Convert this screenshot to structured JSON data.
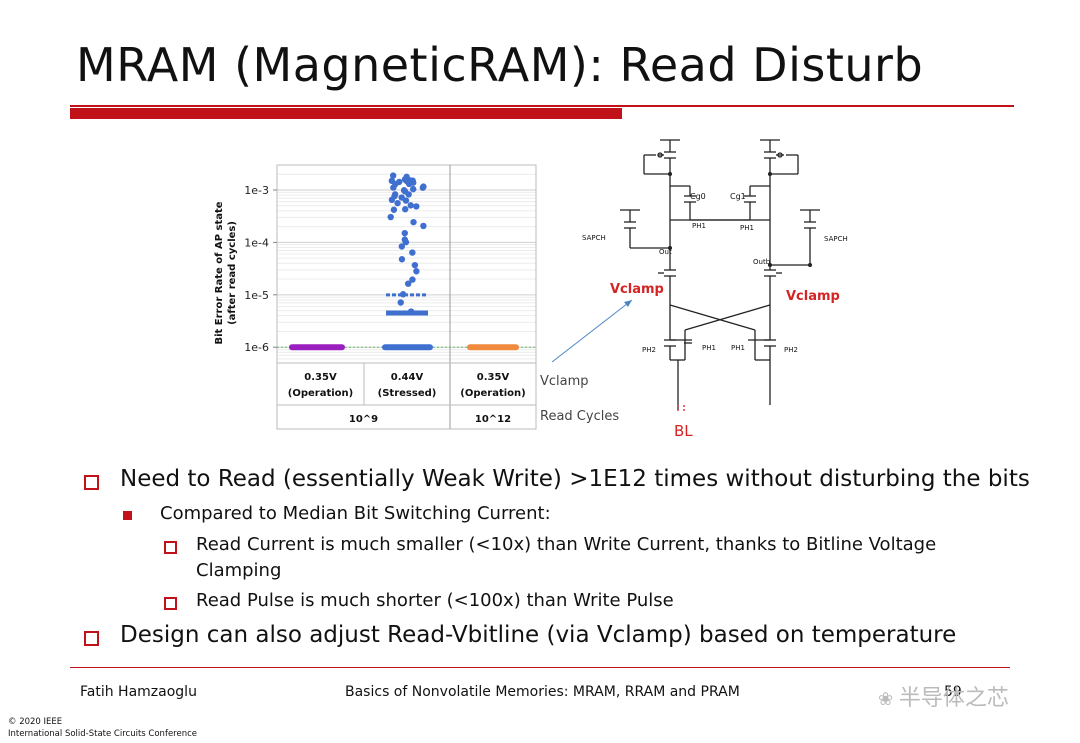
{
  "slide": {
    "title": "MRAM (MagneticRAM): Read Disturb"
  },
  "chart_data": {
    "type": "scatter",
    "ylabel": "Bit Error Rate of AP state (after read cycles)",
    "ylabel_line1": "Bit Error Rate of AP state",
    "ylabel_line2": "(after read cycles)",
    "yscale": "log",
    "ylim": [
      5e-07,
      0.003
    ],
    "yticks": [
      "1e-3",
      "1e-4",
      "1e-5",
      "1e-6"
    ],
    "groups": [
      {
        "label": "0.35V",
        "sublabel": "(Operation)",
        "color": "#9b1fbf"
      },
      {
        "label": "0.44V",
        "sublabel": "(Stressed)",
        "color": "#3f6fcf"
      },
      {
        "label": "0.35V",
        "sublabel": "(Operation)",
        "color": "#f08a3c"
      }
    ],
    "cycle_labels": [
      "10^9",
      "10^12"
    ],
    "baseline": 1e-06,
    "stressed_points": [
      0.0018,
      0.0016,
      0.0015,
      0.0014,
      0.0013,
      0.0012,
      0.0011,
      0.001,
      0.0009,
      0.0008,
      0.0007,
      0.0006,
      0.0005,
      0.0004,
      0.0003,
      0.00025,
      0.0002,
      0.00015,
      0.00012,
      0.0001,
      8e-05,
      6e-05,
      5e-05,
      4e-05,
      3e-05,
      2e-05,
      1.5e-05,
      1e-05,
      7e-06,
      5e-06
    ]
  },
  "side_labels": {
    "vclamp": "Vclamp",
    "read_cycles": "Read Cycles"
  },
  "circuit": {
    "vclamp_left": "Vclamp",
    "vclamp_right": "Vclamp",
    "bl": "BL",
    "sapch_left": "SAPCH",
    "sapch_right": "SAPCH",
    "out": "Out",
    "outb": "Outb",
    "ph1": "PH1",
    "ph2": "PH2",
    "cg0": "Cg0",
    "cg1": "Cg1"
  },
  "bullets": {
    "b1": "Need to Read (essentially Weak Write) >1E12 times without disturbing the bits",
    "b1_sub": "Compared to Median Bit Switching Current:",
    "b1_sub_a": "Read Current is much smaller (<10x) than Write Current, thanks to Bitline Voltage Clamping",
    "b1_sub_b": "Read Pulse is much shorter (<100x) than Write Pulse",
    "b2": "Design can also adjust Read-Vbitline (via Vclamp) based on temperature"
  },
  "footer": {
    "author": "Fatih Hamzaoglu",
    "course": "Basics of Nonvolatile Memories: MRAM, RRAM and PRAM",
    "page": "59",
    "copyright_line1": "© 2020 IEEE",
    "copyright_line2": "International Solid-State Circuits Conference",
    "watermark": "半导体之芯"
  },
  "colors": {
    "accent_red": "#c1121a",
    "vclamp_red": "#d42424"
  }
}
